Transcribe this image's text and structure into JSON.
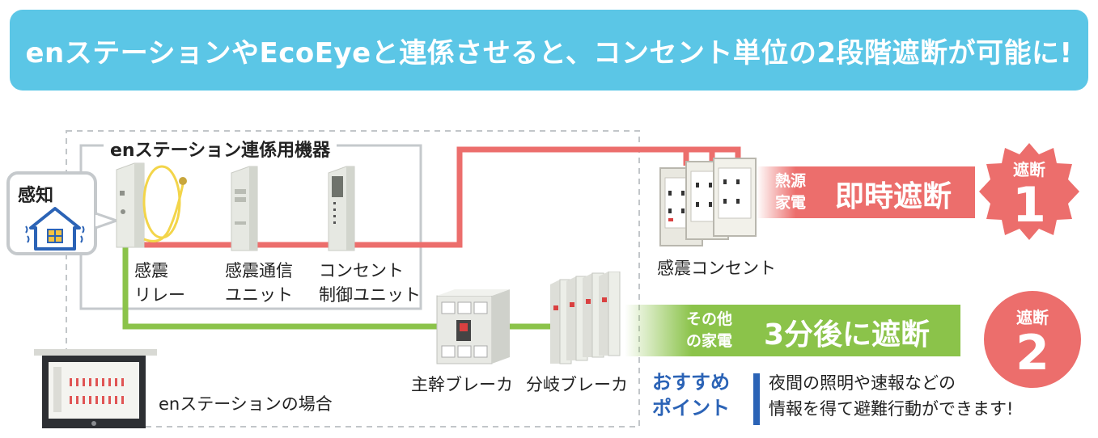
{
  "banner": {
    "title": "enステーションやEcoEyeと連係させると、コンセント単位の2段階遮断が可能に!"
  },
  "group": {
    "label": "enステーション連係用機器"
  },
  "sense": {
    "label": "感知"
  },
  "devices": {
    "relay": [
      "感震",
      "リレー"
    ],
    "comm_unit": [
      "感震通信",
      "ユニット"
    ],
    "outlet_control": [
      "コンセント",
      "制御ユニット"
    ],
    "quake_outlet": "感震コンセント",
    "main_breaker": "主幹ブレーカ",
    "branch_breaker": "分岐ブレーカ",
    "station_case": "enステーションの場合"
  },
  "heat": {
    "small": [
      "熱源",
      "家電"
    ],
    "big": "即時遮断"
  },
  "other": {
    "small": [
      "その他",
      "の家電"
    ],
    "big": "3分後に遮断"
  },
  "badges": [
    {
      "title": "遮断",
      "number": "1"
    },
    {
      "title": "遮断",
      "number": "2"
    }
  ],
  "point": {
    "label": [
      "おすすめ",
      "ポイント"
    ],
    "text": [
      "夜間の照明や速報などの",
      "情報を得て避難行動ができます!"
    ]
  },
  "colors": {
    "banner": "#5bc6e6",
    "red_line": "#ec6e6c",
    "green_line": "#8bc34a",
    "badge": "#ec6e6c",
    "point_blue": "#2b63b6"
  }
}
